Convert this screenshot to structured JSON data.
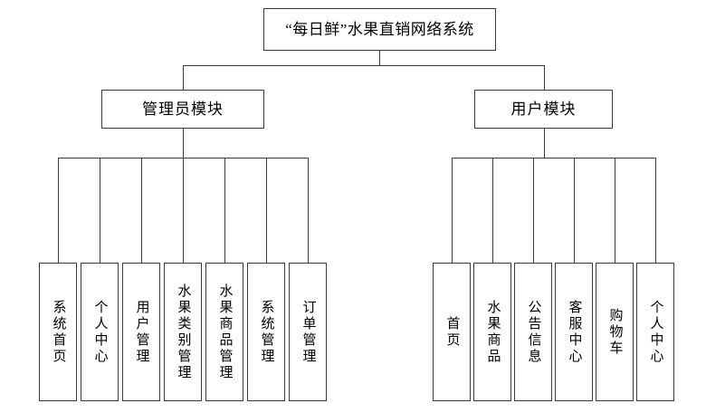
{
  "diagram": {
    "title": "“每日鲜”水果直销网络系统",
    "root": {
      "label": "“每日鲜”水果直销网络系统"
    },
    "modules": [
      {
        "label": "管理员模块"
      },
      {
        "label": "用户模块"
      }
    ],
    "admin_leaves": [
      {
        "label": "系统首页"
      },
      {
        "label": "个人中心"
      },
      {
        "label": "用户管理"
      },
      {
        "label": "水果类别管理"
      },
      {
        "label": "水果商品管理"
      },
      {
        "label": "系统管理"
      },
      {
        "label": "订单管理"
      }
    ],
    "user_leaves": [
      {
        "label": "首页"
      },
      {
        "label": "水果商品"
      },
      {
        "label": "公告信息"
      },
      {
        "label": "客服中心"
      },
      {
        "label": "购物车"
      },
      {
        "label": "个人中心"
      }
    ],
    "colors": {
      "stroke": "#3a3a3a",
      "background": "#ffffff",
      "text": "#000000"
    }
  }
}
